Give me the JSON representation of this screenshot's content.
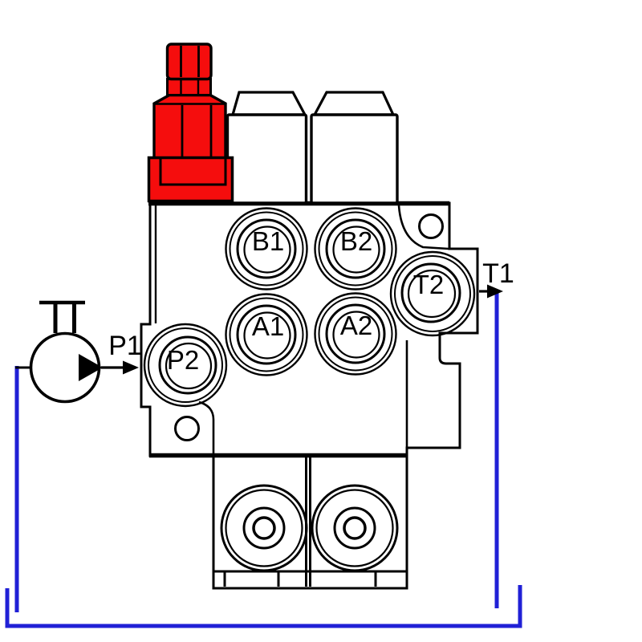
{
  "colors": {
    "relief_red": "#f50d0d",
    "pipe_blue": "#2020d6",
    "line_black": "#000000"
  },
  "pump": {
    "outlet_label": "P1"
  },
  "tank": {
    "return_label": "T1"
  },
  "ports": {
    "b1": "B1",
    "b2": "B2",
    "a1": "A1",
    "a2": "A2",
    "p2": "P2",
    "t2": "T2"
  }
}
